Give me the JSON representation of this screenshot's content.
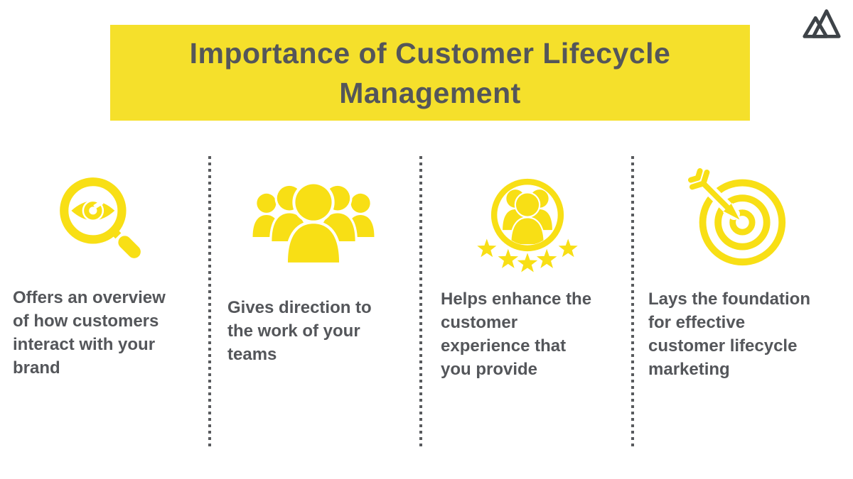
{
  "colors": {
    "banner_yellow": "#F5E02B",
    "icon_yellow": "#F8DF15",
    "text_dark": "#54565A",
    "logo_gray": "#3E4348",
    "separator_gray": "#595B5E",
    "page_bg": "#FFFFFF"
  },
  "header": {
    "title": "Importance of Customer Lifecycle\nManagement"
  },
  "logo": {
    "name": "mountain-peaks-logo"
  },
  "columns": [
    {
      "icon": "magnifier-eye-icon",
      "text": "Offers an overview\nof how customers\ninteract with your\nbrand"
    },
    {
      "icon": "team-crowd-icon",
      "text": "Gives direction to\nthe work of your\nteams"
    },
    {
      "icon": "customer-rating-stars-icon",
      "text": "Helps enhance the\ncustomer\nexperience that\nyou provide"
    },
    {
      "icon": "target-arrow-icon",
      "text": "Lays the foundation\nfor effective\ncustomer lifecycle\nmarketing"
    }
  ]
}
